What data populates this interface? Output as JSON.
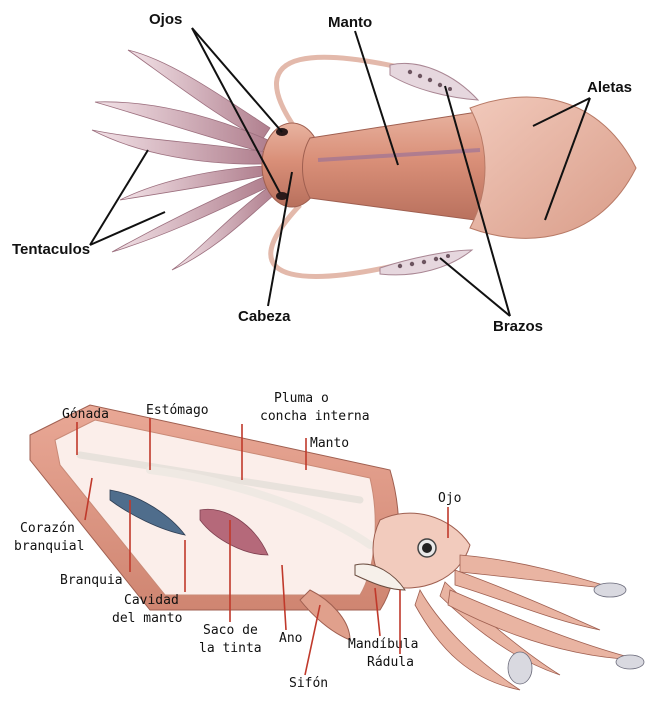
{
  "top_diagram": {
    "labels": {
      "ojos": "Ojos",
      "manto": "Manto",
      "aletas": "Aletas",
      "tentaculos": "Tentaculos",
      "cabeza": "Cabeza",
      "brazos": "Brazos"
    }
  },
  "bottom_diagram": {
    "labels": {
      "gonada": "Gónada",
      "estomago": "Estómago",
      "pluma_1": "Pluma o",
      "pluma_2": "concha interna",
      "manto": "Manto",
      "ojo": "Ojo",
      "corazon_1": "Corazón",
      "corazon_2": "branquial",
      "branquia": "Branquia",
      "cavidad_1": "Cavidad",
      "cavidad_2": "del manto",
      "saco_1": "Saco de",
      "saco_2": "la tinta",
      "ano": "Ano",
      "mandibula": "Mandíbula",
      "radula": "Rádula",
      "sifon": "Sifón"
    }
  }
}
